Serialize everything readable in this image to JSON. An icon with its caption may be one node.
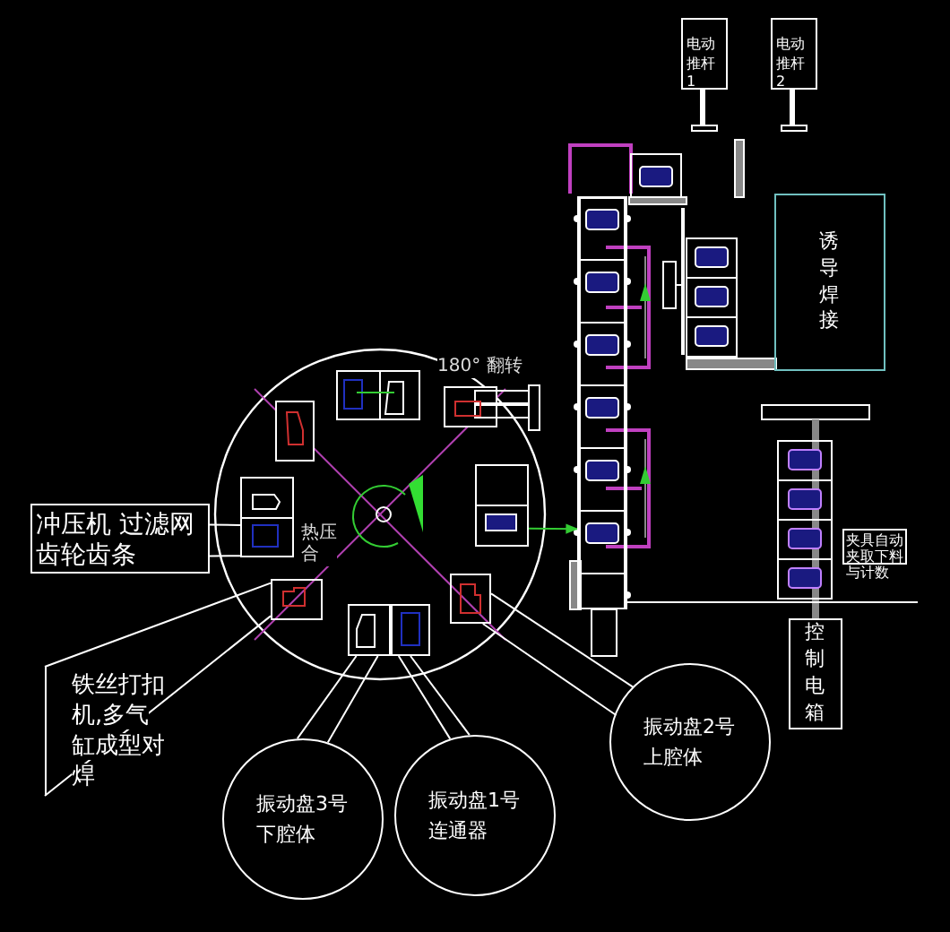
{
  "diagram": {
    "nodes": [
      {
        "text": [
          "电动推杆1"
        ]
      },
      {
        "text": [
          "电动推杆2"
        ]
      },
      {
        "text": [
          "诱导焊接"
        ]
      },
      {
        "text": [
          "冲压机 过滤网齿轮齿条"
        ]
      },
      {
        "text": [
          "铁丝打扣机,多气缸成型对焊"
        ]
      },
      {
        "text": [],
        "shape": "box"
      },
      {
        "text": [],
        "shape": "box"
      },
      {
        "text": [],
        "shape": "box"
      },
      {
        "text": [],
        "shape": "box"
      },
      {
        "text": [],
        "shape": "box"
      },
      {
        "text": [],
        "shape": "box"
      },
      {
        "text": [],
        "shape": "bar"
      },
      {
        "text": [
          "振动盘3号下腔体"
        ]
      },
      {
        "text": [
          "振动盘1号连通器"
        ]
      },
      {
        "text": [
          "振动盘2号上腔体"
        ]
      },
      {
        "text": [
          "夹具自动夹取下料与计数"
        ]
      },
      {
        "text": [
          "控制电箱"
        ]
      }
    ],
    "edges": [
      {
        "from": 5,
        "to": 3,
        "arrow": "none"
      },
      {
        "from": 6,
        "to": 4,
        "arrow": "none"
      },
      {
        "from": 7,
        "to": 12,
        "arrow": "none"
      },
      {
        "from": 8,
        "to": 13,
        "arrow": "none"
      },
      {
        "from": 9,
        "to": 14,
        "arrow": "none"
      },
      {
        "from": 10,
        "to": 11,
        "arrow": "to",
        "color": "#33cc33"
      }
    ],
    "labels": [
      "180° 翻转",
      "热压合"
    ]
  }
}
